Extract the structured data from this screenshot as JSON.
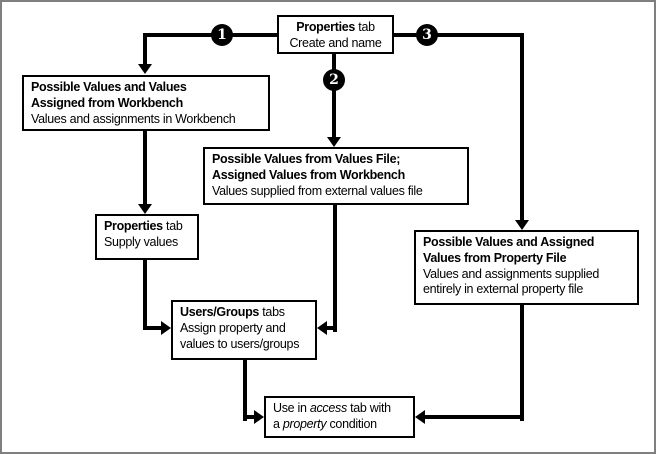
{
  "badges": {
    "one": "1",
    "two": "2",
    "three": "3"
  },
  "nodes": {
    "create": {
      "title_bold": "Properties",
      "title_rest": " tab",
      "body": "Create and name"
    },
    "workbench": {
      "title": "Possible Values and Values\nAssigned from Workbench",
      "body": "Values and assignments in Workbench"
    },
    "values_file": {
      "title": "Possible Values from Values File;\nAssigned Values from Workbench",
      "body": "Values supplied from external values file"
    },
    "property_file": {
      "title": "Possible Values and Assigned\nValues from Property File",
      "body": "Values and assignments supplied\nentirely in external property file"
    },
    "supply": {
      "title_bold": "Properties",
      "title_rest": " tab",
      "body": "Supply values"
    },
    "users_groups": {
      "title_bold": "Users/Groups",
      "title_rest": " tabs",
      "body": "Assign property and\nvalues to users/groups"
    },
    "access": {
      "l1a": "Use in ",
      "l1b": "access",
      "l1c": " tab with",
      "l2a": "a ",
      "l2b": "property",
      "l2c": " condition"
    }
  },
  "colors": {
    "background": "#ffffff",
    "outer_border": "#7f7f7f",
    "line": "#000000",
    "badge_background": "#000000",
    "badge_text": "#ffffff"
  }
}
